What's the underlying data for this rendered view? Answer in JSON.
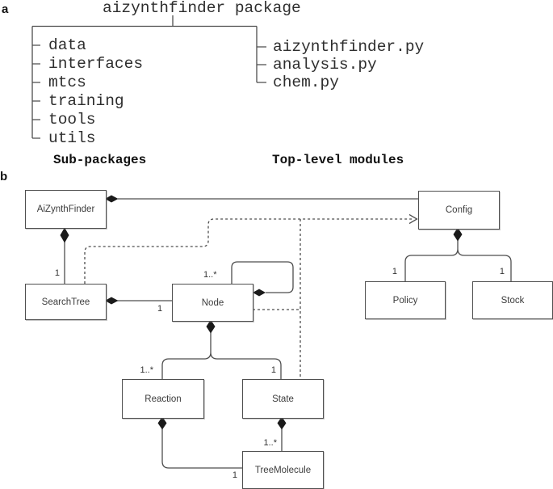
{
  "panel_a": {
    "label": "a",
    "title": "aizynthfinder package",
    "subpackages": [
      "data",
      "interfaces",
      "mtcs",
      "training",
      "tools",
      "utils"
    ],
    "modules": [
      "aizynthfinder.py",
      "analysis.py",
      "chem.py"
    ],
    "caption_left": "Sub-packages",
    "caption_right": "Top-level modules"
  },
  "panel_b": {
    "label": "b",
    "boxes": {
      "aizynthfinder": "AiZynthFinder",
      "searchtree": "SearchTree",
      "node": "Node",
      "config": "Config",
      "policy": "Policy",
      "stock": "Stock",
      "reaction": "Reaction",
      "state": "State",
      "treemolecule": "TreeMolecule"
    },
    "multiplicities": {
      "aizynth_searchtree": "1",
      "searchtree_node": "1",
      "node_self": "1..*",
      "node_reaction": "1..*",
      "node_state": "1",
      "config_policy": "1",
      "config_stock": "1",
      "state_treemolecule": "1..*",
      "reaction_treemolecule": "1"
    }
  },
  "colors": {
    "line": "#4d4d4d",
    "diamond": "#1a1a1a",
    "box_border": "#4f4f4f",
    "text": "#2e2e2e",
    "background": "#ffffff"
  }
}
